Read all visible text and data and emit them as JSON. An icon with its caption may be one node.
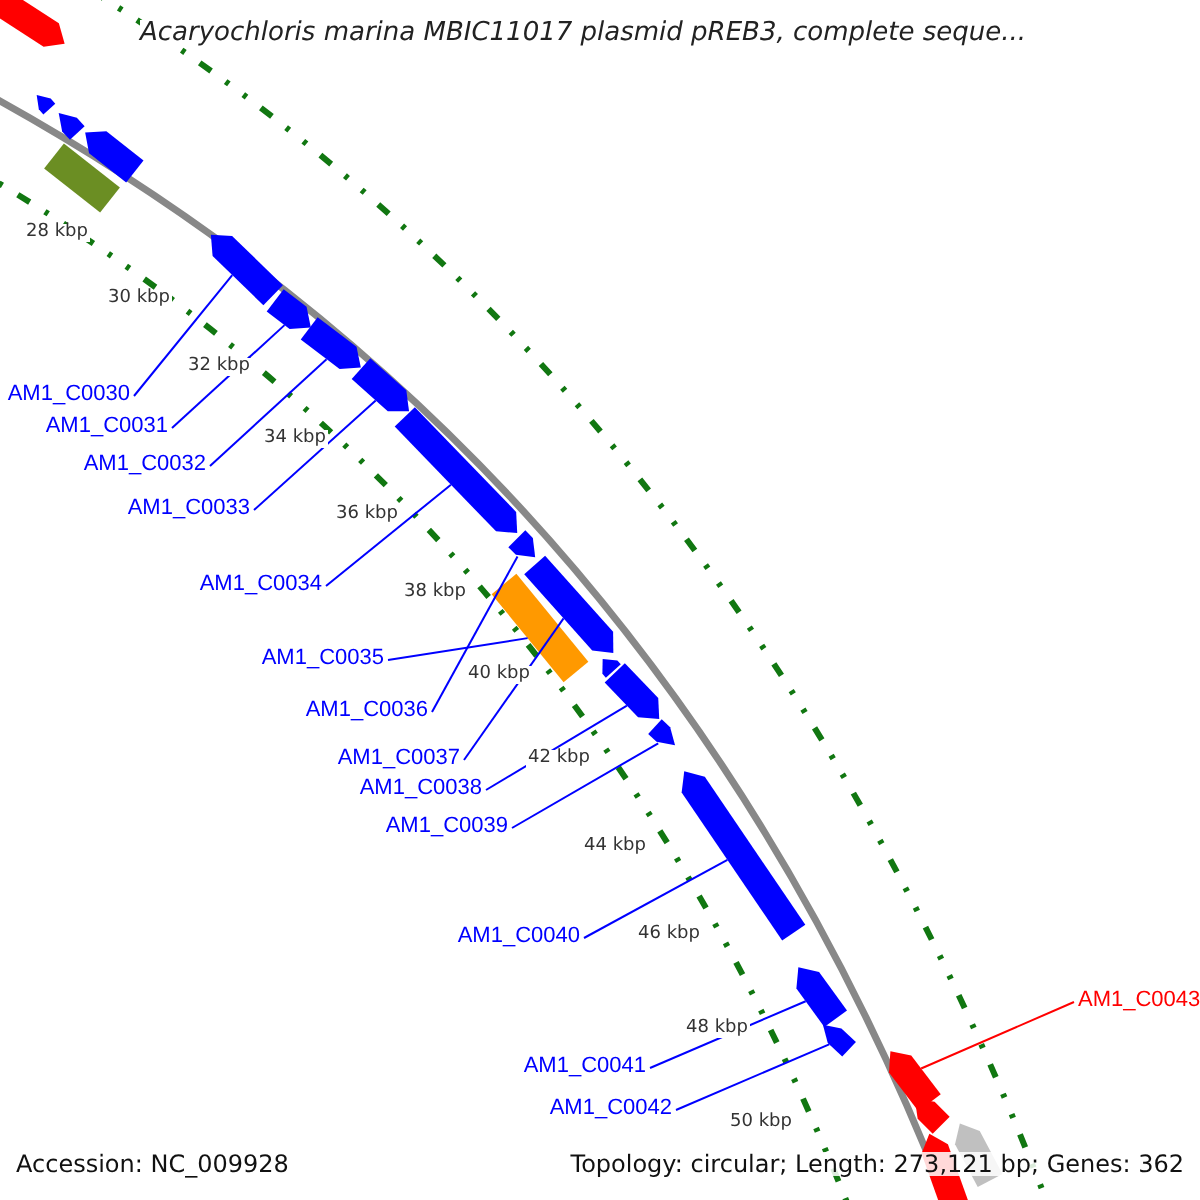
{
  "diagram": {
    "title": "Acaryochloris marina MBIC11017 plasmid pREB3, complete seque...",
    "nodes": [
      {
        "text": [
          "AM1_C0030"
        ]
      },
      {
        "text": [
          "AM1_C0031"
        ]
      },
      {
        "text": [
          "AM1_C0032"
        ]
      },
      {
        "text": [
          "AM1_C0033"
        ]
      },
      {
        "text": [
          "AM1_C0034"
        ]
      },
      {
        "text": [
          "AM1_C0035"
        ]
      },
      {
        "text": [
          "AM1_C0036"
        ]
      },
      {
        "text": [
          "AM1_C0037"
        ]
      },
      {
        "text": [
          "AM1_C0038"
        ]
      },
      {
        "text": [
          "AM1_C0039"
        ]
      },
      {
        "text": [
          "AM1_C0040"
        ]
      },
      {
        "text": [
          "AM1_C0041"
        ]
      },
      {
        "text": [
          "AM1_C0042"
        ]
      },
      {
        "text": [
          "AM1_C0043"
        ]
      },
      {
        "text": [],
        "shape": "arrow"
      },
      {
        "text": [],
        "shape": "arrow"
      },
      {
        "text": [],
        "shape": "arrow"
      },
      {
        "text": [],
        "shape": "arrow"
      },
      {
        "text": [],
        "shape": "bar"
      },
      {
        "text": [],
        "shape": "arrow"
      },
      {
        "text": [],
        "shape": "arrow"
      },
      {
        "text": [],
        "shape": "arrow"
      },
      {
        "text": [],
        "shape": "arrow"
      },
      {
        "text": [],
        "shape": "arrow"
      },
      {
        "text": [],
        "shape": "bar"
      },
      {
        "text": [],
        "shape": "arrow"
      },
      {
        "text": [],
        "shape": "arrow"
      },
      {
        "text": [],
        "shape": "arrow"
      },
      {
        "text": [],
        "shape": "arrow"
      },
      {
        "text": [],
        "shape": "arrow"
      },
      {
        "text": [],
        "shape": "arrow"
      },
      {
        "text": [],
        "shape": "arrow"
      },
      {
        "text": [],
        "shape": "arrow"
      },
      {
        "text": [],
        "shape": "arrow"
      },
      {
        "text": [],
        "shape": "arrow"
      },
      {
        "text": [],
        "shape": "arrow"
      },
      {
        "text": [],
        "shape": "arrow"
      }
    ],
    "edges": [
      {
        "from": 0,
        "to": 19,
        "arrow": "none"
      },
      {
        "from": 1,
        "to": 20,
        "arrow": "none"
      },
      {
        "from": 2,
        "to": 21,
        "arrow": "none"
      },
      {
        "from": 3,
        "to": 22,
        "arrow": "none"
      },
      {
        "from": 4,
        "to": 23,
        "arrow": "none"
      },
      {
        "from": 5,
        "to": 24,
        "arrow": "none"
      },
      {
        "from": 6,
        "to": 25,
        "arrow": "none"
      },
      {
        "from": 7,
        "to": 26,
        "arrow": "none"
      },
      {
        "from": 8,
        "to": 28,
        "arrow": "none"
      },
      {
        "from": 9,
        "to": 29,
        "arrow": "none"
      },
      {
        "from": 10,
        "to": 30,
        "arrow": "none"
      },
      {
        "from": 11,
        "to": 31,
        "arrow": "none"
      },
      {
        "from": 12,
        "to": 32,
        "arrow": "none"
      },
      {
        "from": 13,
        "to": 33,
        "arrow": "none",
        "color": "#ff0000"
      }
    ],
    "labels": [
      "28 kbp",
      "30 kbp",
      "32 kbp",
      "34 kbp",
      "36 kbp",
      "38 kbp",
      "40 kbp",
      "42 kbp",
      "44 kbp",
      "46 kbp",
      "48 kbp",
      "50 kbp",
      "Accession: NC_009928",
      "Topology: circular; Length: 273,121 bp; Genes: 362"
    ]
  }
}
